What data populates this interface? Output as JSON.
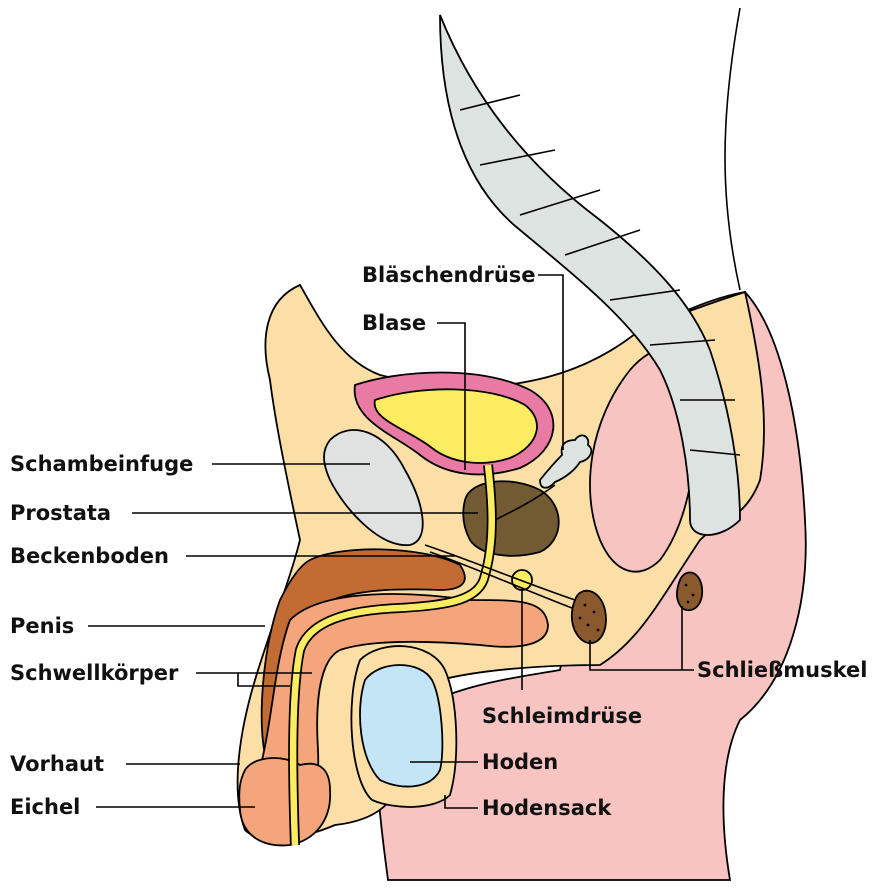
{
  "labels": {
    "blaeschendruese": "Bläschendrüse",
    "blase": "Blase",
    "schambeinfuge": "Schambeinfuge",
    "prostata": "Prostata",
    "beckenboden": "Beckenboden",
    "penis": "Penis",
    "schwellkoerper": "Schwellkörper",
    "vorhaut": "Vorhaut",
    "eichel": "Eichel",
    "schleimdruese": "Schleimdrüse",
    "schliessmuskel": "Schließmuskel",
    "hoden": "Hoden",
    "hodensack": "Hodensack"
  },
  "colors": {
    "tissue": "#fbdfa6",
    "skin": "#f7c4c1",
    "intestine": "#dde3e1",
    "bladder_wall": "#e87aa3",
    "bladder": "#fbec61",
    "prostate": "#725a32",
    "corpus_dark": "#c26c33",
    "corpus_light": "#f4a57c",
    "testis": "#c4e5f5",
    "pubic": "#dfe2e0",
    "sphincter": "#8a5a2e"
  }
}
